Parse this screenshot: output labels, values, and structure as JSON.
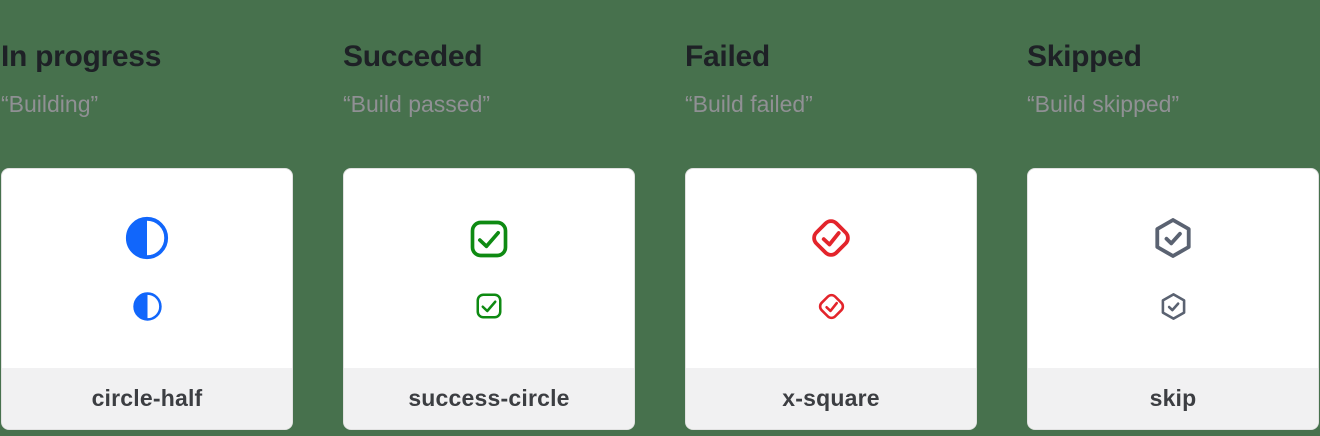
{
  "page": {
    "background_color": "#47714d",
    "card_border_color": "#e1e1e1",
    "card_footer_color": "#f1f1f2"
  },
  "columns": [
    {
      "title": "In progress",
      "subtitle": "“Building”",
      "icon": "circle-half-icon",
      "icon_color": "#1166fb",
      "label": "circle-half"
    },
    {
      "title": "Succeded",
      "subtitle": "“Build passed”",
      "icon": "success-circle-icon",
      "icon_color": "#0e8a12",
      "label": "success-circle"
    },
    {
      "title": "Failed",
      "subtitle": "“Build failed”",
      "icon": "x-square-icon",
      "icon_color": "#e3242b",
      "label": "x-square"
    },
    {
      "title": "Skipped",
      "subtitle": "“Build skipped”",
      "icon": "skip-icon",
      "icon_color": "#5a6271",
      "label": "skip"
    }
  ]
}
